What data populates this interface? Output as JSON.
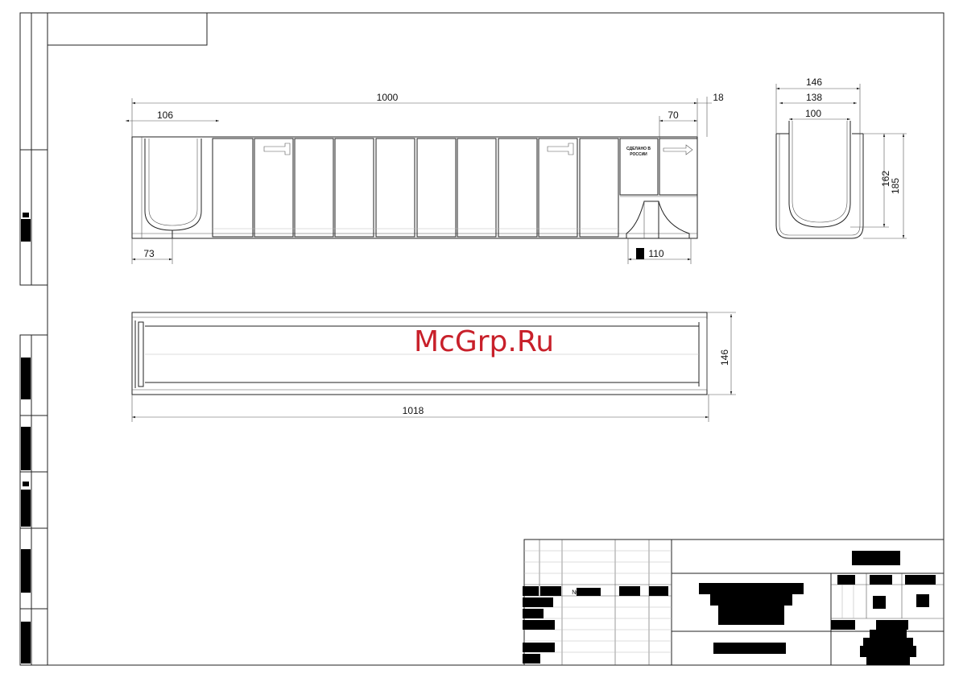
{
  "dimensions": {
    "overall_length": "1000",
    "end_offset": "18",
    "channel_inner_top": "106",
    "outlet_offset": "70",
    "left_edge_offset": "73",
    "outlet_diameter": "110",
    "width_outer": "146",
    "width_mid": "138",
    "width_inner": "100",
    "height_inner": "162",
    "height_outer": "185",
    "plan_width": "146",
    "plan_length": "1018"
  },
  "stamp": {
    "line1": "СДЕЛАНО В",
    "line2": "РОССИИ"
  },
  "title_block": {
    "num_mark": "№"
  },
  "watermark": "McGrp.Ru",
  "colors": {
    "line": "#222222",
    "watermark": "#c8202a",
    "redaction": "#000000"
  }
}
